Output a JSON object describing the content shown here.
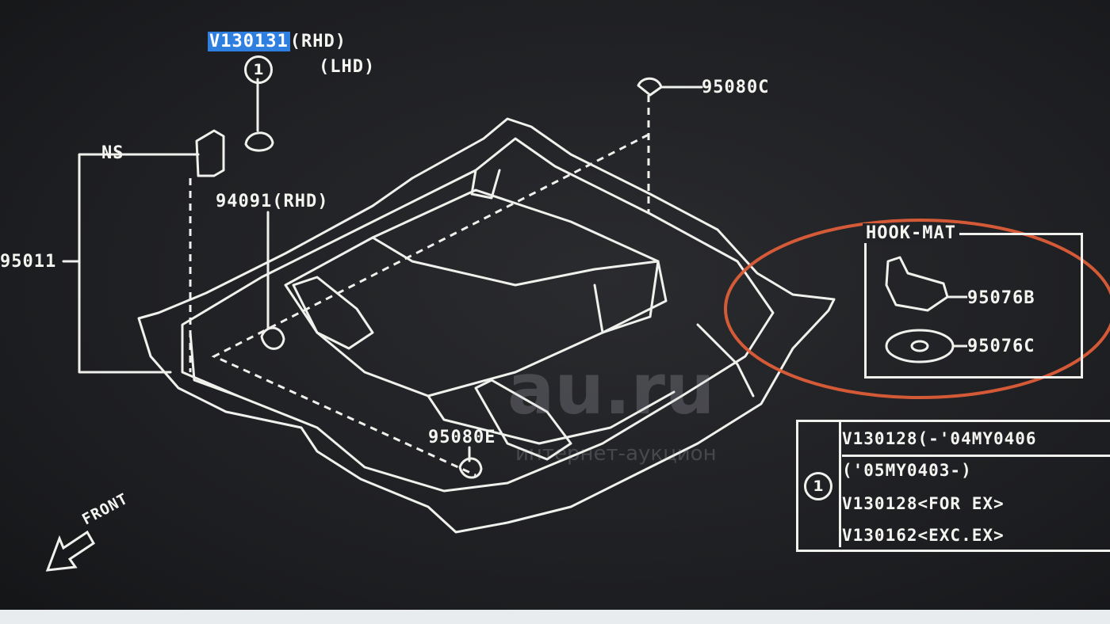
{
  "top_callout": {
    "part_hl": "V130131",
    "rhd": "(RHD)",
    "lhd": "(LHD)",
    "ref": "1"
  },
  "labels": {
    "ns": "NS",
    "p95011": "95011",
    "p94091": "94091(RHD)",
    "p95080c": "95080C",
    "p95080e": "95080E",
    "front": "FRONT"
  },
  "hook_box": {
    "title": "HOOK-MAT",
    "p95076b": "95076B",
    "p95076c": "95076C"
  },
  "note_table": {
    "ref": "1",
    "rows": [
      "V130128(-'04MY0406",
      "('05MY0403-)",
      "V130128<FOR EX>",
      "V130162<EXC.EX>"
    ]
  },
  "watermark": {
    "big": "au.ru",
    "small": "интернет-аукцион"
  },
  "colors": {
    "background": "#1f2022",
    "lines": "#f0f0ec",
    "highlight": "#2f7fe0",
    "annotation_ring": "#e8613a"
  }
}
